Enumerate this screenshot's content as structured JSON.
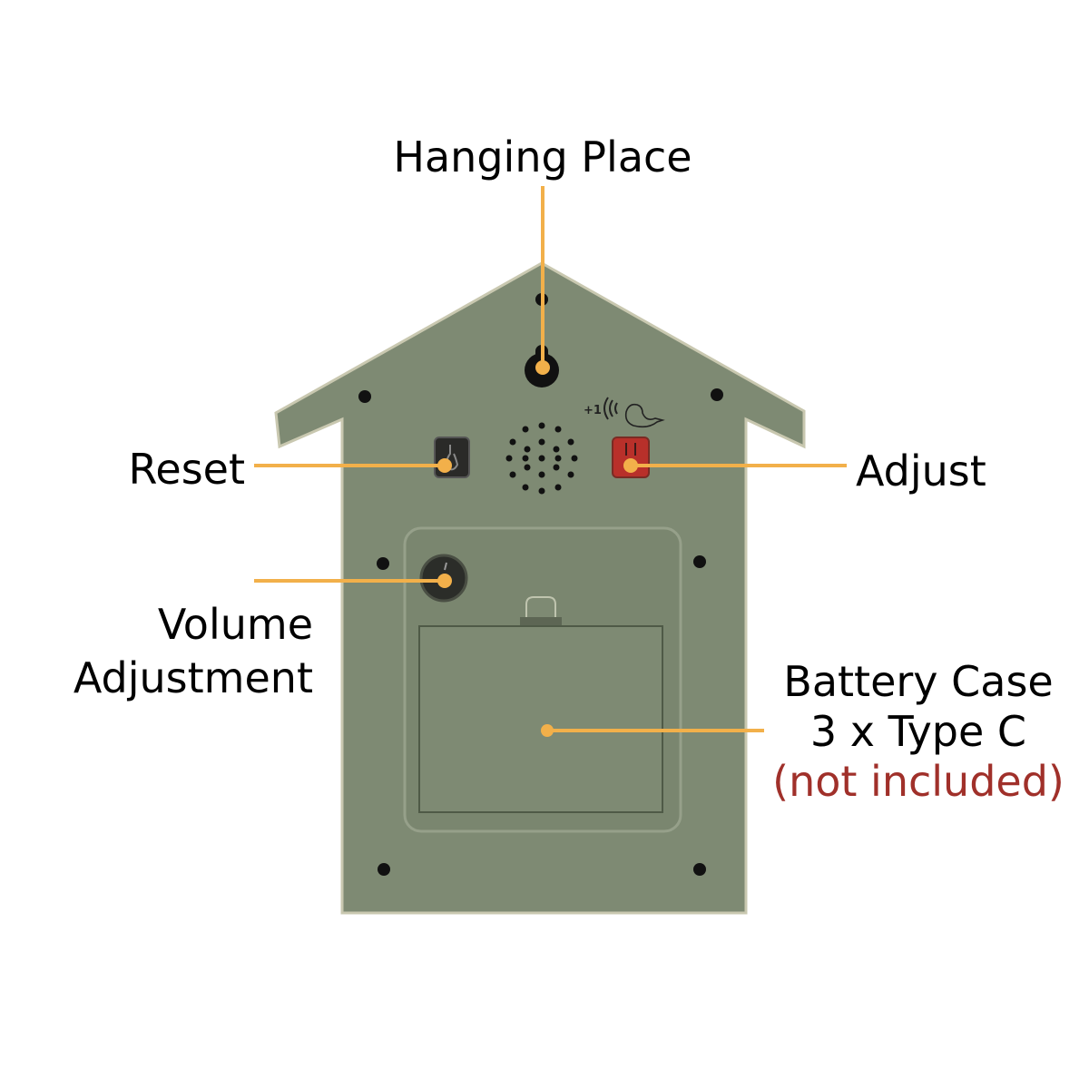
{
  "labels": {
    "hanging_place": "Hanging Place",
    "reset": "Reset",
    "adjust": "Adjust",
    "volume_line1": "Volume",
    "volume_line2": "Adjustment",
    "battery_line1": "Battery Case",
    "battery_line2": "3 x Type C",
    "battery_note": "(not included)"
  },
  "device_markings": {
    "plus_one": "+1"
  },
  "colors": {
    "body": "#7e8a73",
    "leader_line": "#f2b04a",
    "reset_button": "#2a2a28",
    "adjust_button": "#b8302a",
    "note_text": "#a0302a"
  },
  "icons": [
    "keyhole-icon",
    "speaker-grille-icon",
    "bird-icon",
    "sound-waves-icon",
    "volume-knob-icon"
  ]
}
